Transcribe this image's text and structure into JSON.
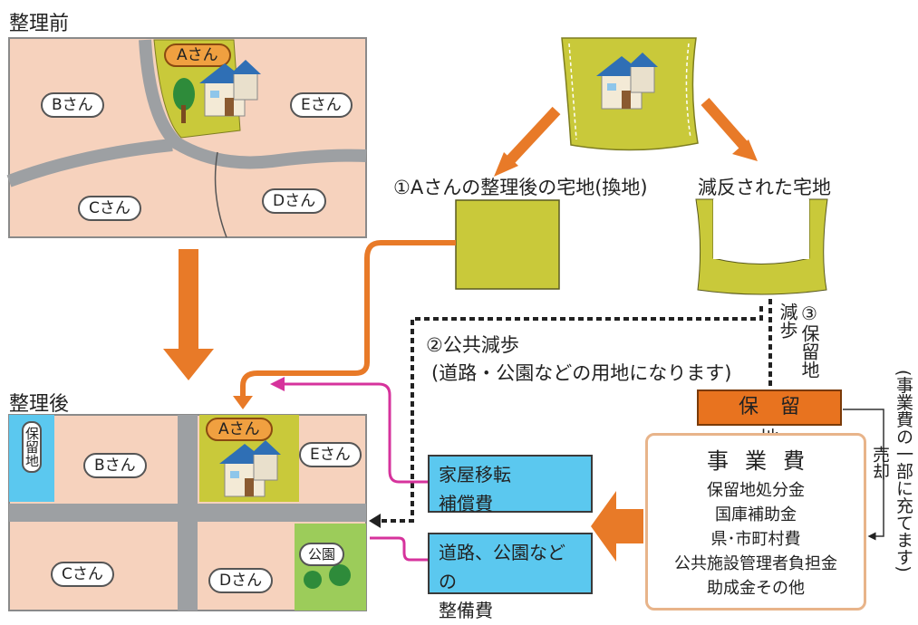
{
  "before": {
    "title": "整理前",
    "owners": {
      "a": "Aさん",
      "b": "Bさん",
      "c": "Cさん",
      "d": "Dさん",
      "e": "Eさん"
    }
  },
  "after": {
    "title": "整理後",
    "owners": {
      "a": "Aさん",
      "b": "Bさん",
      "c": "Cさん",
      "d": "Dさん",
      "e": "Eさん"
    },
    "hold_strip": "保留地",
    "park": "公園"
  },
  "labels": {
    "replot": "①Aさんの整理後の宅地(換地)",
    "reduced": "減反された宅地",
    "public_title": "②公共減歩",
    "public_sub": "(道路・公園などの用地になります)",
    "hold_reduction": "③保留地",
    "reduction": "減歩",
    "sale": "売却",
    "side_note": "(事業費の一部に充てます)"
  },
  "boxes": {
    "relocation": [
      "家屋移転",
      "補償費"
    ],
    "road": [
      "道路、公園などの",
      "整備費"
    ],
    "hold_land": "保留地",
    "project_title": "事業費",
    "project_items": [
      "保留地処分金",
      "国庫補助金",
      "県･市町村費",
      "公共施設管理者負担金",
      "助成金その他"
    ]
  },
  "colors": {
    "parcel": "#f6d2bd",
    "road": "#9da0a3",
    "lot_yellow": "#c9c93a",
    "arrow_orange": "#e87a28",
    "arrow_magenta": "#d6339c",
    "hold_orange": "#e8731f",
    "blue_box": "#5bc8ef",
    "park_green": "#9ccc5a"
  }
}
